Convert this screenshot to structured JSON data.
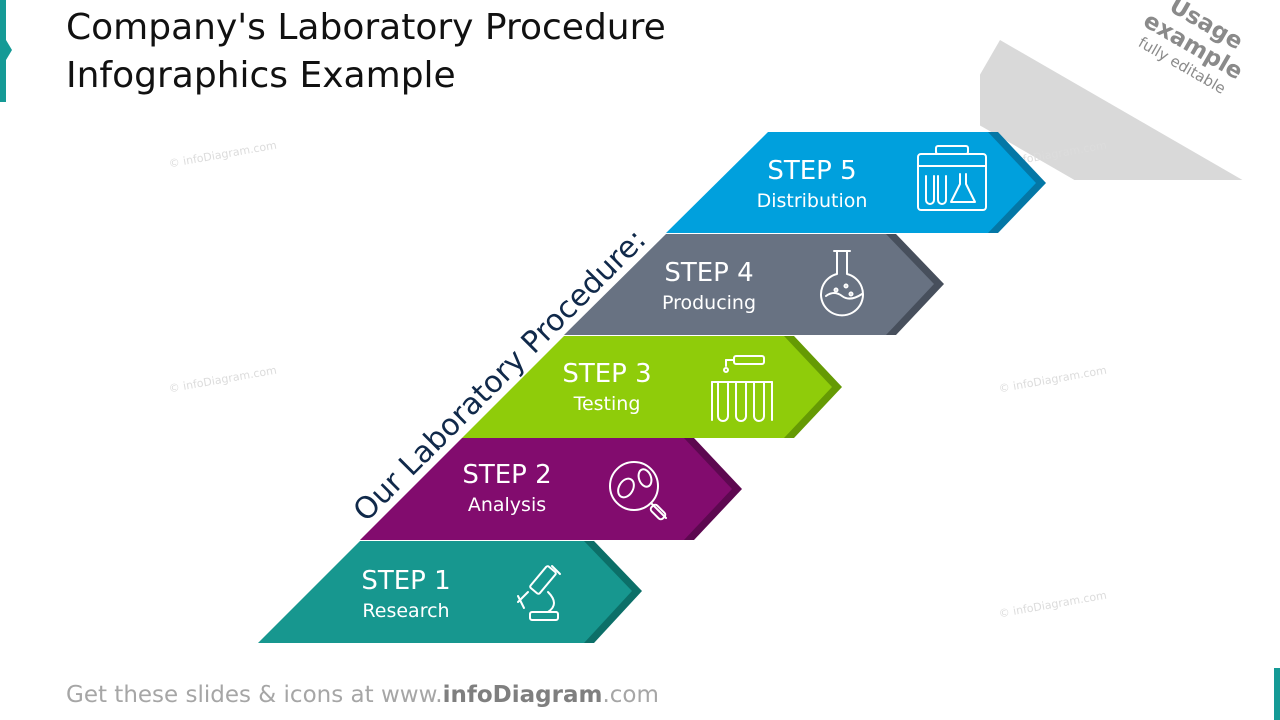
{
  "title": {
    "line1": "Company's Laboratory Procedure",
    "line2": "Infographics Example"
  },
  "badge": {
    "line1": "Usage",
    "line2": "example",
    "line3": "fully editable"
  },
  "procedure_label": "Our Laboratory Procedure:",
  "steps": [
    {
      "number": "STEP 1",
      "name": "Research",
      "color": "#17978f",
      "dark": "#0c6f68",
      "icon": "microscope-icon"
    },
    {
      "number": "STEP 2",
      "name": "Analysis",
      "color": "#820c6e",
      "dark": "#5d0850",
      "icon": "magnifier-bacteria-icon"
    },
    {
      "number": "STEP 3",
      "name": "Testing",
      "color": "#8fcc0a",
      "dark": "#659a04",
      "icon": "test-tubes-pipette-icon"
    },
    {
      "number": "STEP 4",
      "name": "Producing",
      "color": "#687282",
      "dark": "#474f5c",
      "icon": "flask-icon"
    },
    {
      "number": "STEP 5",
      "name": "Distribution",
      "color": "#00a0dd",
      "dark": "#0477a6",
      "icon": "lab-case-icon"
    }
  ],
  "watermark": "© infoDiagram.com",
  "footer": {
    "prefix": "Get these slides & icons at www.",
    "brand": "infoDiagram",
    "suffix": ".com"
  }
}
